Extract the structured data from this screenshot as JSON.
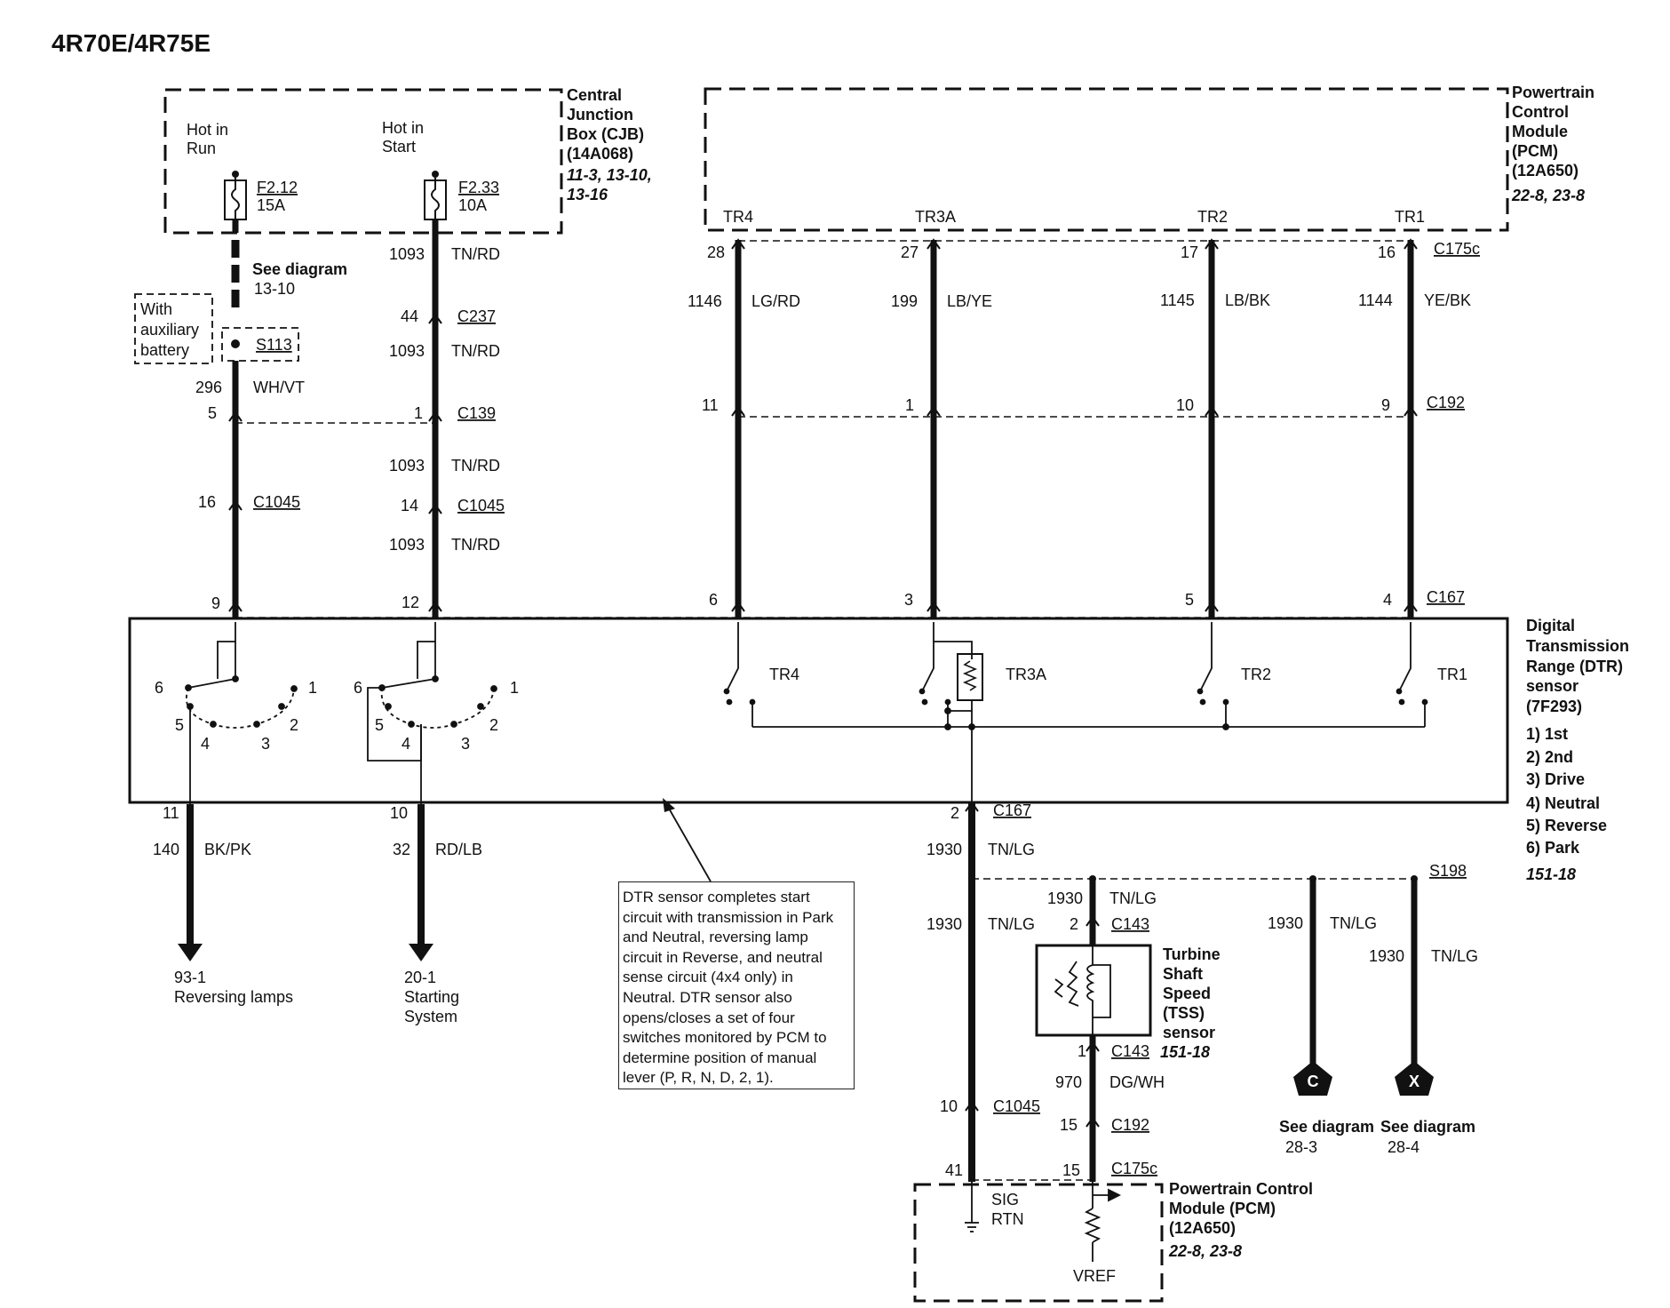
{
  "title": "4R70E/4R75E",
  "cjb": {
    "label_lines": [
      "Central",
      "Junction",
      "Box (CJB)",
      "(14A068)"
    ],
    "ref_lines": [
      "11-3, 13-10,",
      "13-16"
    ],
    "hot_run": [
      "Hot in",
      "Run"
    ],
    "hot_start": [
      "Hot in",
      "Start"
    ],
    "fuse_a": {
      "id": "F2.12",
      "rating": "15A"
    },
    "fuse_b": {
      "id": "F2.33",
      "rating": "10A"
    }
  },
  "pcm_top": {
    "label_lines": [
      "Powertrain",
      "Control",
      "Module",
      "(PCM)",
      "(12A650)"
    ],
    "ref": "22-8, 23-8",
    "pins": [
      "TR4",
      "TR3A",
      "TR2",
      "TR1"
    ]
  },
  "see_diagram_top": {
    "label": "See diagram",
    "ref": "13-10"
  },
  "aux_battery_lines": [
    "With",
    "auxiliary",
    "battery"
  ],
  "splices": {
    "s113": "S113",
    "s198": "S198"
  },
  "left_wires": {
    "w296": {
      "num": "296",
      "color": "WH/VT"
    },
    "w1093": {
      "num": "1093",
      "color": "TN/RD"
    }
  },
  "connectors": {
    "c237": "C237",
    "c139": "C139",
    "c1045": "C1045",
    "c175c": "C175c",
    "c192": "C192",
    "c167": "C167",
    "c143": "C143"
  },
  "pins": {
    "p44": "44",
    "p5": "5",
    "p1": "1",
    "p16": "16",
    "p14": "14",
    "p9": "9",
    "p12": "12",
    "p28": "28",
    "p27": "27",
    "p17": "17",
    "p16b": "16",
    "p11": "11",
    "p1b": "1",
    "p10": "10",
    "p9b": "9",
    "p6": "6",
    "p3": "3",
    "p5b": "5",
    "p4": "4",
    "p11b": "11",
    "p10b": "10",
    "p2": "2",
    "p2b": "2",
    "p1c": "1",
    "p10c": "10",
    "p15": "15",
    "p41": "41",
    "p15b": "15"
  },
  "tr_wires": [
    {
      "num": "1146",
      "color": "LG/RD"
    },
    {
      "num": "199",
      "color": "LB/YE"
    },
    {
      "num": "1145",
      "color": "LB/BK"
    },
    {
      "num": "1144",
      "color": "YE/BK"
    }
  ],
  "dtr": {
    "label_lines": [
      "Digital",
      "Transmission",
      "Range (DTR)",
      "sensor",
      "(7F293)"
    ],
    "positions": [
      "1) 1st",
      "2) 2nd",
      "3) Drive",
      "4) Neutral",
      "5) Reverse",
      "6) Park"
    ],
    "ref": "151-18",
    "switch_labels": [
      "TR4",
      "TR3A",
      "TR2",
      "TR1"
    ],
    "sw_numbers": [
      "6",
      "1",
      "5",
      "2",
      "4",
      "3"
    ]
  },
  "outputs": {
    "w140": {
      "num": "140",
      "color": "BK/PK"
    },
    "w32": {
      "num": "32",
      "color": "RD/LB"
    },
    "dest_a": [
      "93-1",
      "Reversing lamps"
    ],
    "dest_b": [
      "20-1",
      "Starting",
      "System"
    ]
  },
  "note_text": "DTR sensor completes start circuit with transmission in Park and Neutral, reversing lamp circuit in Reverse, and neutral sense circuit (4x4 only) in Neutral. DTR sensor also opens/closes a set of four switches monitored by PCM to determine position of manual lever (P, R, N, D, 2, 1).",
  "tss": {
    "label_lines": [
      "Turbine",
      "Shaft",
      "Speed",
      "(TSS)",
      "sensor"
    ],
    "ref": "151-18",
    "w1930": {
      "num": "1930",
      "color": "TN/LG"
    },
    "w970": {
      "num": "970",
      "color": "DG/WH"
    }
  },
  "terminators": [
    {
      "letter": "C",
      "label": "See diagram",
      "ref": "28-3"
    },
    {
      "letter": "X",
      "label": "See diagram",
      "ref": "28-4"
    }
  ],
  "pcm_bottom": {
    "label_lines": [
      "Powertrain Control",
      "Module (PCM)",
      "(12A650)"
    ],
    "ref": "22-8, 23-8",
    "sig_rtn": [
      "SIG",
      "RTN"
    ],
    "vref": "VREF"
  }
}
